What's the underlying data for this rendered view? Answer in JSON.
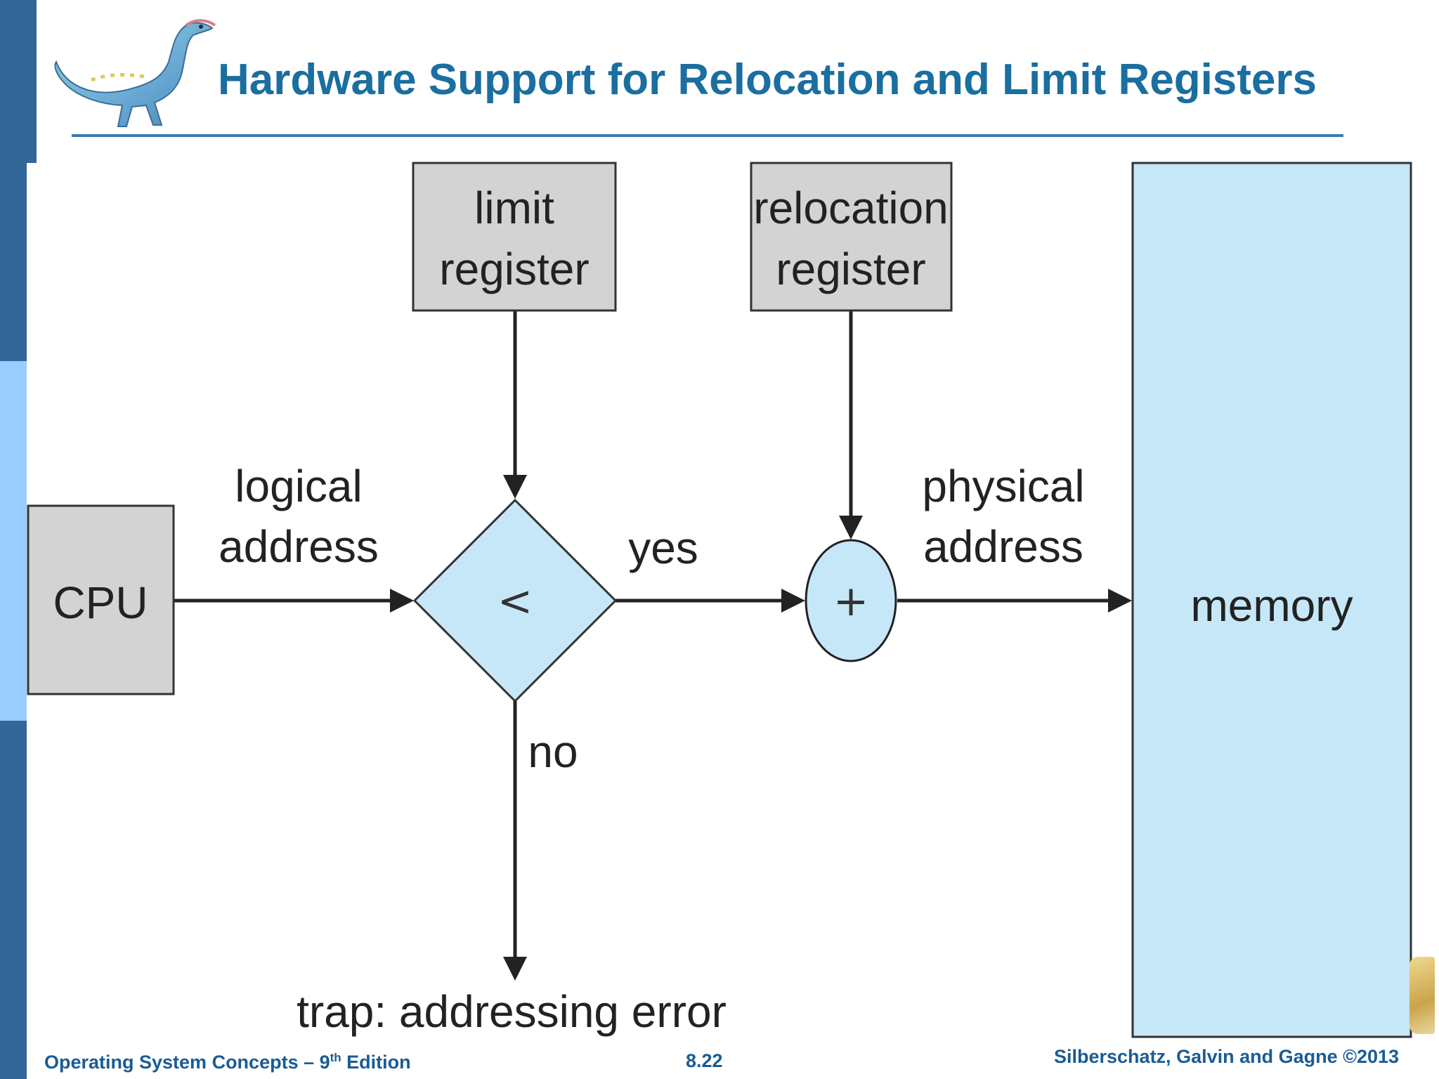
{
  "slide": {
    "title": "Hardware Support for Relocation and Limit Registers"
  },
  "diagram": {
    "nodes": {
      "cpu": "CPU",
      "limit_register": [
        "limit",
        "register"
      ],
      "relocation_register": [
        "relocation",
        "register"
      ],
      "comparator": "<",
      "adder": "+",
      "memory": "memory"
    },
    "edge_labels": {
      "logical_address": [
        "logical",
        "address"
      ],
      "yes": "yes",
      "no": "no",
      "physical_address": [
        "physical",
        "address"
      ],
      "trap": "trap: addressing error"
    },
    "colors": {
      "register_fill": "#d3d3d3",
      "shape_fill": "#c6e7f8",
      "stroke": "#222222"
    }
  },
  "footer": {
    "left_prefix": "Operating System Concepts – 9",
    "left_sup": "th",
    "left_suffix": " Edition",
    "center": "8.22",
    "right": "Silberschatz, Galvin and Gagne ©2013"
  },
  "icons": {
    "logo": "dinosaur-logo-icon",
    "corner": "corner-decoration-icon"
  }
}
